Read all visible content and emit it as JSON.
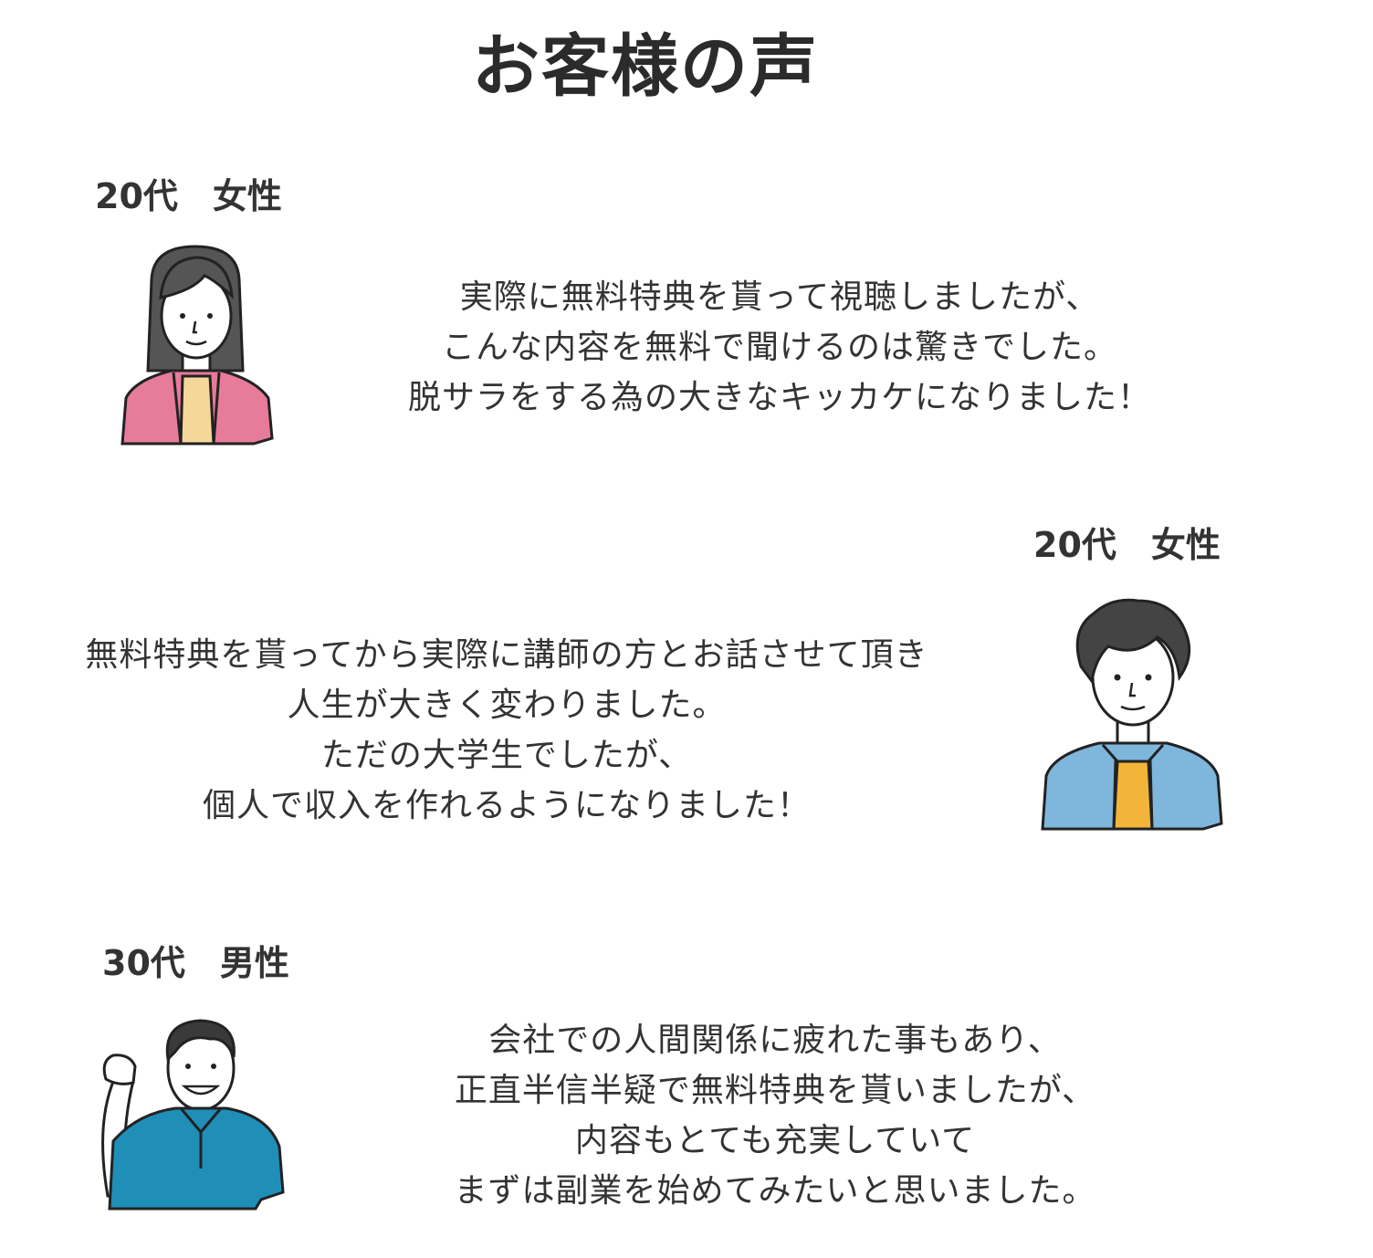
{
  "title": "お客様の声",
  "testimonials": [
    {
      "label": "20代　女性",
      "lines": [
        "実際に無料特典を貰って視聴しましたが、",
        "こんな内容を無料で聞けるのは驚きでした。",
        "脱サラをする為の大きなキッカケになりました！"
      ]
    },
    {
      "label": "20代　女性",
      "lines": [
        "無料特典を貰ってから実際に講師の方とお話させて頂き",
        "人生が大きく変わりました。",
        "ただの大学生でしたが、",
        "個人で収入を作れるようになりました！"
      ]
    },
    {
      "label": "30代　男性",
      "lines": [
        "会社での人間関係に疲れた事もあり、",
        "正直半信半疑で無料特典を貰いましたが、",
        "内容もとても充実していて",
        "まずは副業を始めてみたいと思いました。"
      ]
    }
  ]
}
